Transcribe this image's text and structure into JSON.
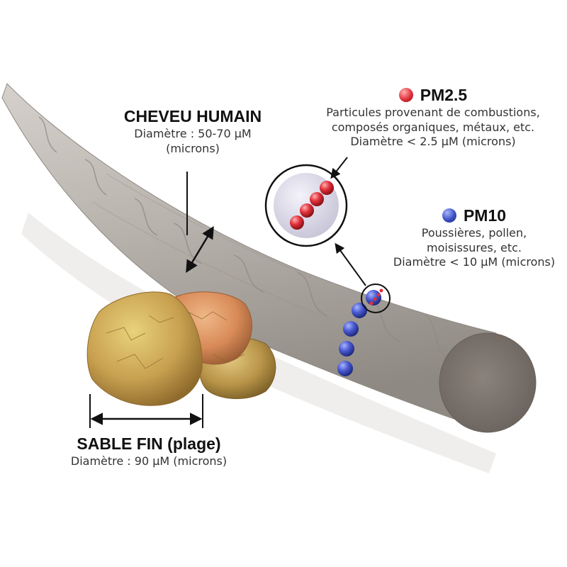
{
  "hair": {
    "title": "CHEVEU HUMAIN",
    "diameter": "Diamètre : 50-70 µM",
    "unit": "(microns)"
  },
  "pm25": {
    "title": "PM2.5",
    "line1": "Particules provenant de combustions,",
    "line2": "composés organiques, métaux, etc.",
    "diameter": "Diamètre < 2.5 µM (microns)"
  },
  "pm10": {
    "title": "PM10",
    "line1": "Poussières, pollen,",
    "line2": "moisissures, etc.",
    "diameter": "Diamètre < 10 µM (microns)"
  },
  "sand": {
    "title": "SABLE FIN (plage)",
    "diameter": "Diamètre : 90 µM (microns)"
  },
  "colors": {
    "pm25": "#e0303a",
    "pm10": "#3a4fc0",
    "hair": "#b5afa9",
    "sand": "#c8a050"
  }
}
